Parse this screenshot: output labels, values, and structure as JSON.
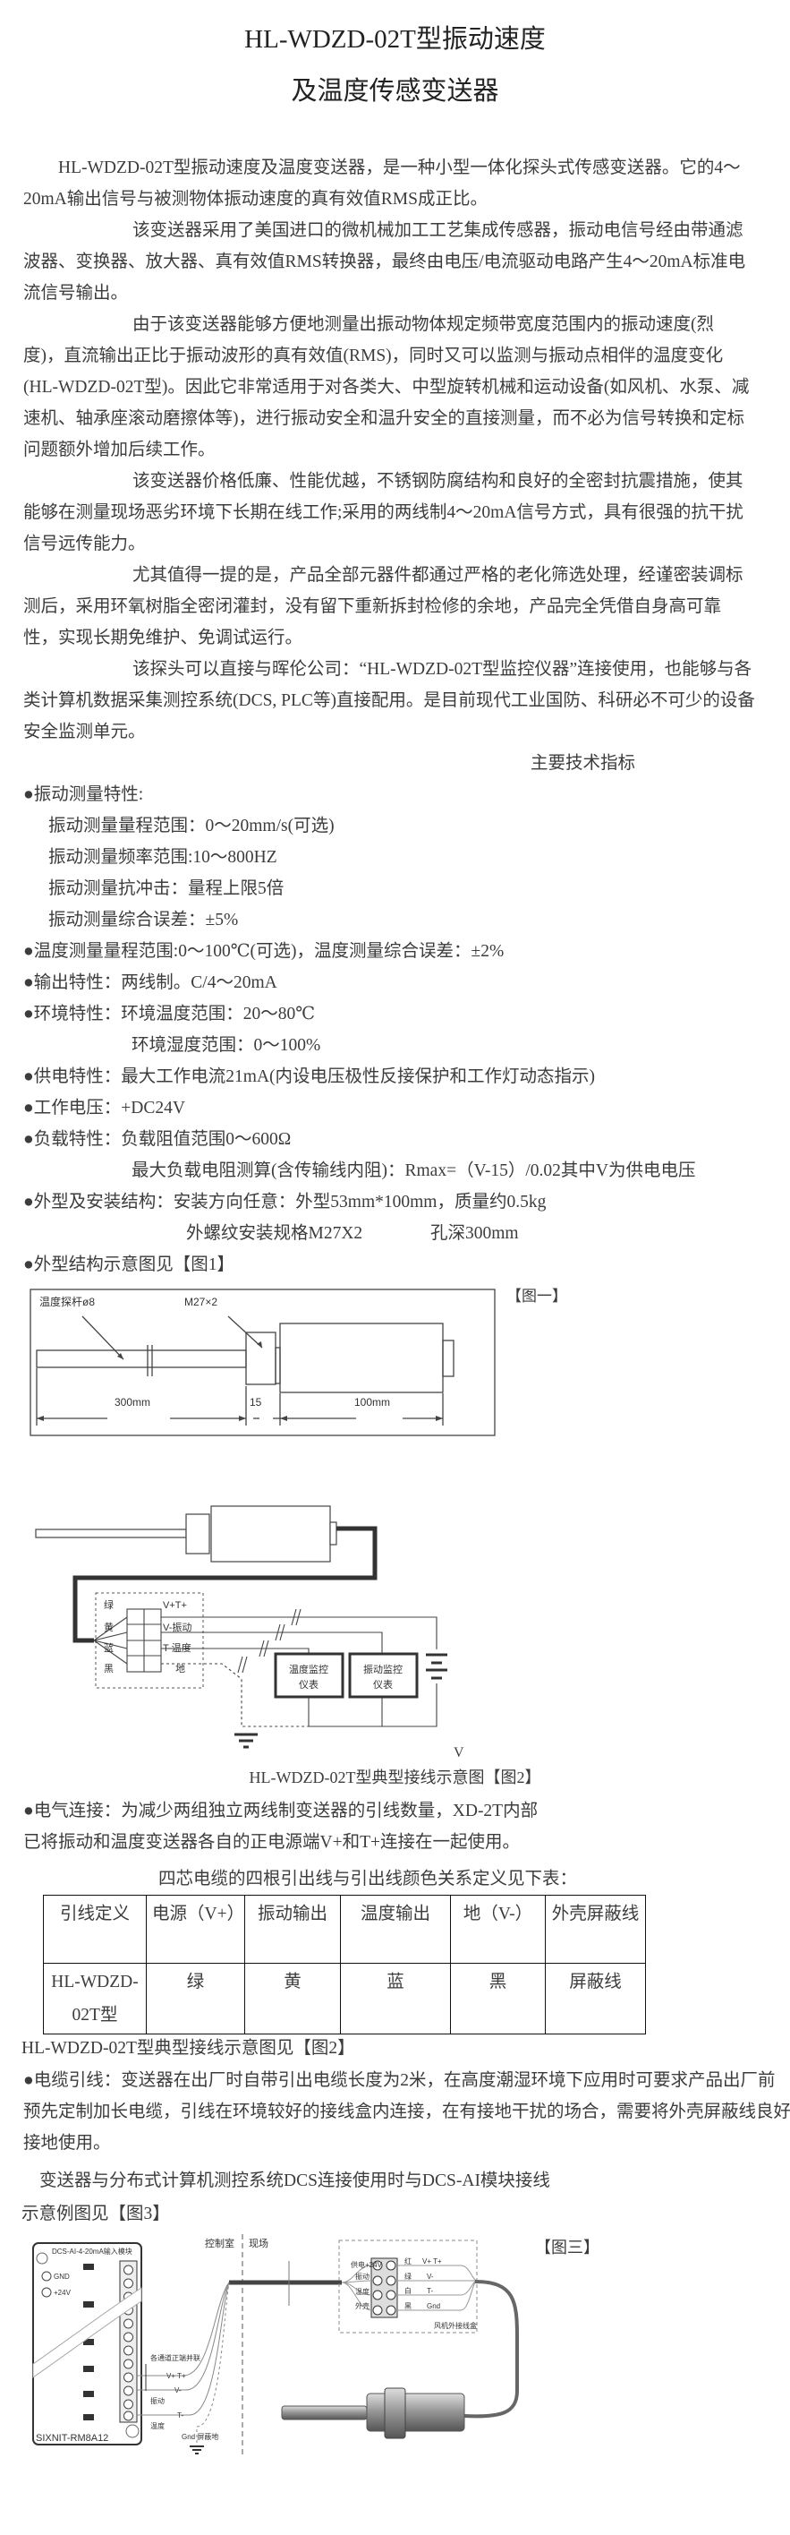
{
  "title": {
    "line1": "HL-WDZD-02T型振动速度",
    "line2": "及温度传感变送器"
  },
  "intro": {
    "p1": [
      "HL-WDZD-02T型振动速度及温度变送器，是一种小型一体化探头式传感变送器。它的4～",
      "20mA输出信号与被测物体振动速度的真有效值RMS成正比。"
    ],
    "p2": [
      "该变送器采用了美国进口的微机械加工工艺集成传感器，振动电信号经由带通滤",
      "波器、变换器、放大器、真有效值RMS转换器，最终由电压/电流驱动电路产生4～20mA标准电",
      "流信号输出。"
    ],
    "p3": [
      "由于该变送器能够方便地测量出振动物体规定频带宽度范围内的振动速度(烈",
      "度)，直流输出正比于振动波形的真有效值(RMS)，同时又可以监测与振动点相伴的温度变化",
      "(HL-WDZD-02T型)。因此它非常适用于对各类大、中型旋转机械和运动设备(如风机、水泵、减",
      "速机、轴承座滚动磨擦体等)，进行振动安全和温升安全的直接测量，而不必为信号转换和定标",
      "问题额外增加后续工作。"
    ],
    "p4": [
      "该变送器价格低廉、性能优越，不锈钢防腐结构和良好的全密封抗震措施，使其",
      "能够在测量现场恶劣环境下长期在线工作;采用的两线制4～20mA信号方式，具有很强的抗干扰",
      "信号远传能力。"
    ],
    "p5": [
      "尤其值得一提的是，产品全部元器件都通过严格的老化筛选处理，经谨密装调标",
      "测后，采用环氧树脂全密闭灌封，没有留下重新拆封检修的余地，产品完全凭借自身高可靠",
      "性，实现长期免维护、免调试运行。"
    ],
    "p6": [
      "该探头可以直接与晖伦公司：“HL-WDZD-02T型监控仪器”连接使用，也能够与各",
      "类计算机数据采集测控系统(DCS, PLC等)直接配用。是目前现代工业国防、科研必不可少的设备",
      "安全监测单元。"
    ]
  },
  "specs": {
    "heading": "主要技术指标",
    "vibration_label": "●振动测量特性:",
    "vibration_items": [
      "振动测量量程范围：0～20mm/s(可选)",
      "振动测量频率范围:10～800HZ",
      "振动测量抗冲击：量程上限5倍",
      "振动测量综合误差：±5%"
    ],
    "temperature": "●温度测量量程范围:0～100℃(可选)，温度测量综合误差：±2%",
    "output": "●输出特性：两线制。C/4～20mA",
    "environment": "●环境特性：环境温度范围：20～80℃",
    "humidity": "环境湿度范围：0～100%",
    "power": "●供电特性：最大工作电流21mA(内设电压极性反接保护和工作灯动态指示)",
    "voltage": "●工作电压：+DC24V",
    "load": "●负载特性：负载阻值范围0～600Ω",
    "load_max": "最大负载电阻测算(含传输线内阻)：Rmax=（V-15）/0.02其中V为供电电压",
    "mounting": "●外型及安装结构：安装方向任意：外型53mm*100mm，质量约0.5kg",
    "thread": "外螺纹安装规格M27X2",
    "hole": "孔深300mm",
    "fig1_ref": "●外型结构示意图见【图1】"
  },
  "fig1": {
    "tag": "【图一】",
    "probe_label": "温度探杆ø8",
    "thread_label": "M27×2",
    "dim_probe": "300mm",
    "dim_nut": "15",
    "dim_body": "100mm"
  },
  "fig2": {
    "wire_colors": [
      "绿",
      "黄",
      "蓝",
      "黑"
    ],
    "terminals": [
      "V+T+",
      "V-振动",
      "T-温度",
      "地"
    ],
    "temp_meter": [
      "温度监控",
      "仪表"
    ],
    "vib_meter": [
      "振动监控",
      "仪表"
    ],
    "supply_label": "V",
    "caption": "HL-WDZD-02T型典型接线示意图【图2】"
  },
  "electrical": {
    "lines": [
      "●电气连接：为减少两组独立两线制变送器的引线数量，XD-2T内部",
      "已将振动和温度变送器各自的正电源端V+和T+连接在一起使用。"
    ],
    "table_intro": "四芯电缆的四根引出线与引出线颜色关系定义见下表："
  },
  "wire_table": {
    "headers": [
      "引线定义",
      "电源（V+）",
      "振动输出",
      "温度输出",
      "地（V-）",
      "外壳屏蔽线"
    ],
    "row": [
      "HL-WDZD-02T型",
      "绿",
      "黄",
      "蓝",
      "黑",
      "屏蔽线"
    ]
  },
  "after_table": {
    "caption": "HL-WDZD-02T型典型接线示意图见【图2】",
    "cable": [
      "●电缆引线：变送器在出厂时自带引出电缆长度为2米，在高度潮湿环境下应用时可要求产品出厂前",
      "预先定制加长电缆，引线在环境较好的接线盒内连接，在有接地干扰的场合，需要将外壳屏蔽线良好",
      "接地使用。"
    ],
    "dcs": "变送器与分布式计算机测控系统DCS连接使用时与DCS-AI模块接线",
    "fig3_ref": "示意例图见【图3】"
  },
  "fig3": {
    "tag": "【图三】",
    "module_title": "DCS-AI-4-20mA输入模块",
    "module_model": "SIXNIT-RM8A12",
    "module_power": [
      "GND",
      "+24V"
    ],
    "control_room": "控制室",
    "field": "现场",
    "parallel_note": "各通道正端并联",
    "left_signals": [
      "V+ T+",
      "V-",
      "T-"
    ],
    "left_names": [
      "振动",
      "温度"
    ],
    "ground": "Gnd 屏蔽地",
    "box_left": [
      "供电+24V",
      "振动",
      "温度",
      "外壳"
    ],
    "box_colors": [
      "红",
      "绿",
      "白",
      "黑"
    ],
    "box_signals": [
      "V+ T+",
      "V-",
      "T-",
      "Gnd"
    ],
    "box_name": "风机外接线盒"
  }
}
